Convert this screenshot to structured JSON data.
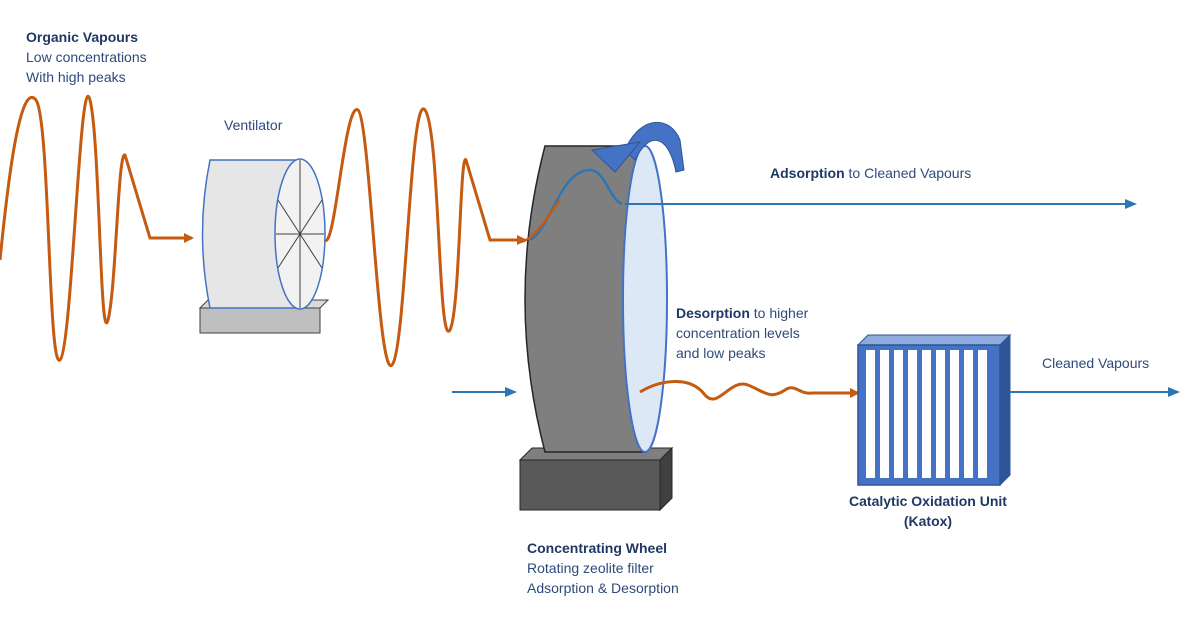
{
  "labels": {
    "organic": {
      "title": "Organic Vapours",
      "line1": "Low concentrations",
      "line2": "With high peaks"
    },
    "ventilator": "Ventilator",
    "adsorption": {
      "bold": "Adsorption",
      "rest": " to Cleaned Vapours"
    },
    "desorption": {
      "bold": "Desorption",
      "rest": " to higher",
      "line2": "concentration levels",
      "line3": "and low peaks"
    },
    "cleaned": "Cleaned Vapours",
    "katox": {
      "line1": "Catalytic Oxidation Unit",
      "line2": "(Katox)"
    },
    "wheel": {
      "title": "Concentrating Wheel",
      "line1": "Rotating zeolite filter",
      "line2": "Adsorption & Desorption"
    }
  },
  "colors": {
    "vapour": "#c55a11",
    "clean_flow": "#2e75b6",
    "label_bold": "#1f3864",
    "label": "#2e4a7a",
    "wheel_body": "#7f7f7f",
    "wheel_face": "#dde8f7",
    "katox": "#4472c4",
    "rotate_arrow": "#4472c4"
  },
  "icons": {
    "ventilator": "ventilator-icon",
    "wheel": "concentrating-wheel-icon",
    "katox": "catalytic-unit-icon",
    "rotation": "rotation-arrow-icon"
  }
}
